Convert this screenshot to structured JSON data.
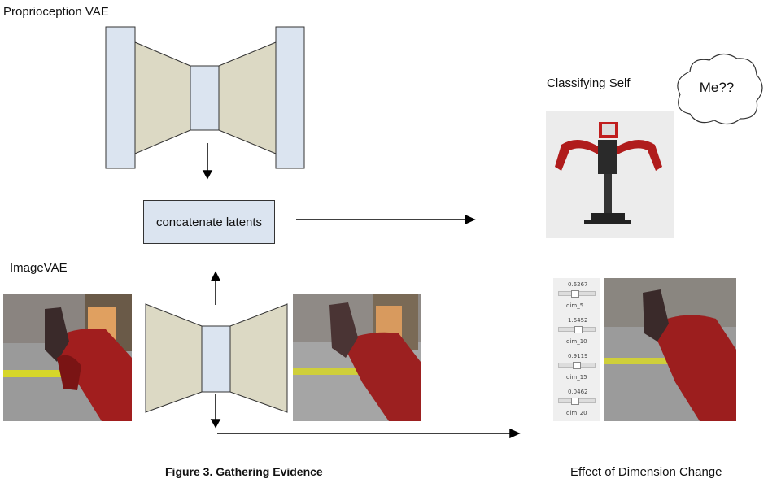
{
  "titles": {
    "proprioception_vae": "Proprioception VAE",
    "image_vae": "ImageVAE",
    "classifying_self": "Classifying Self",
    "effect_of_dimension_change": "Effect of Dimension Change"
  },
  "concat_box": {
    "label": "concatenate latents"
  },
  "thought_bubble": {
    "text": "Me??"
  },
  "figure_caption": "Figure 3. Gathering Evidence",
  "sliders": [
    {
      "value": "0.6267",
      "dim": "dim_5",
      "level": 0.45
    },
    {
      "value": "1.6452",
      "dim": "dim_10",
      "level": 0.55
    },
    {
      "value": "0.9119",
      "dim": "dim_15",
      "level": 0.5
    },
    {
      "value": "0.0462",
      "dim": "dim_20",
      "level": 0.45
    }
  ],
  "colors": {
    "encoder_fill": "#dcd9c4",
    "layer_fill": "#dbe4f0",
    "outline": "#333333",
    "robot_red": "#a11e1e",
    "yellow_bar": "#d6d62a",
    "floor_gray": "#9a9a9a"
  }
}
